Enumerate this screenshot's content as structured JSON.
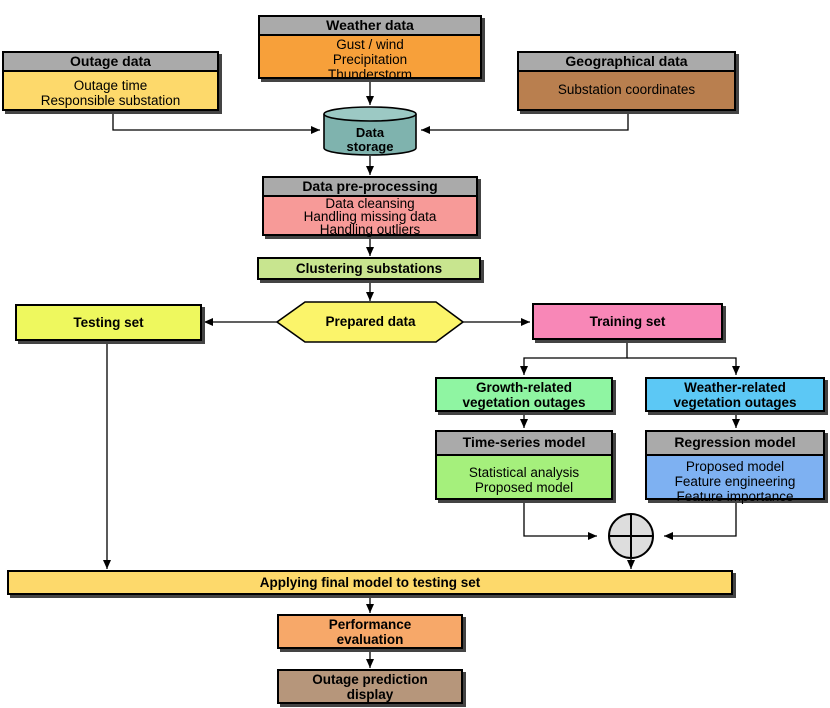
{
  "weather": {
    "title": "Weather data",
    "lines": [
      "Gust / wind",
      "Precipitation",
      "Thunderstorm"
    ]
  },
  "outage": {
    "title": "Outage data",
    "lines": [
      "Outage time",
      "Responsible substation"
    ]
  },
  "geo": {
    "title": "Geographical data",
    "lines": [
      "Substation coordinates"
    ]
  },
  "storage": {
    "lines": [
      "Data",
      "storage"
    ]
  },
  "preprocessing": {
    "title": "Data pre-processing",
    "lines": [
      "Data cleansing",
      "Handling missing data",
      "Handling outliers"
    ]
  },
  "clustering": {
    "label": "Clustering substations"
  },
  "prepared": {
    "label": "Prepared data"
  },
  "testing": {
    "label": "Testing set"
  },
  "training": {
    "label": "Training set"
  },
  "growth": {
    "lines": [
      "Growth-related",
      "vegetation outages"
    ]
  },
  "weather_related": {
    "lines": [
      "Weather-related",
      "vegetation outages"
    ]
  },
  "timeseries": {
    "title": "Time-series model",
    "lines": [
      "Statistical analysis",
      "Proposed model"
    ]
  },
  "regression": {
    "title": "Regression model",
    "lines": [
      "Proposed model",
      "Feature engineering",
      "Feature importance"
    ]
  },
  "applying": {
    "label": "Applying final model to testing set"
  },
  "performance": {
    "lines": [
      "Performance",
      "evaluation"
    ]
  },
  "display": {
    "lines": [
      "Outage prediction",
      "display"
    ]
  },
  "colors": {
    "weather": "#f7a03a",
    "outage": "#fdd96b",
    "geo": "#b97f4f",
    "storage": "#7fb3ae",
    "preprocessing": "#f79a98",
    "clustering": "#c8e58f",
    "prepared": "#fbf46a",
    "testing": "#eef85e",
    "training": "#f887b7",
    "growth": "#8ff5a2",
    "weather_related": "#5cc8f5",
    "timeseries_body": "#a5f07c",
    "regression_body": "#7eb1f2",
    "applying": "#fdd96b",
    "performance": "#f7a869",
    "display": "#b6967b"
  }
}
